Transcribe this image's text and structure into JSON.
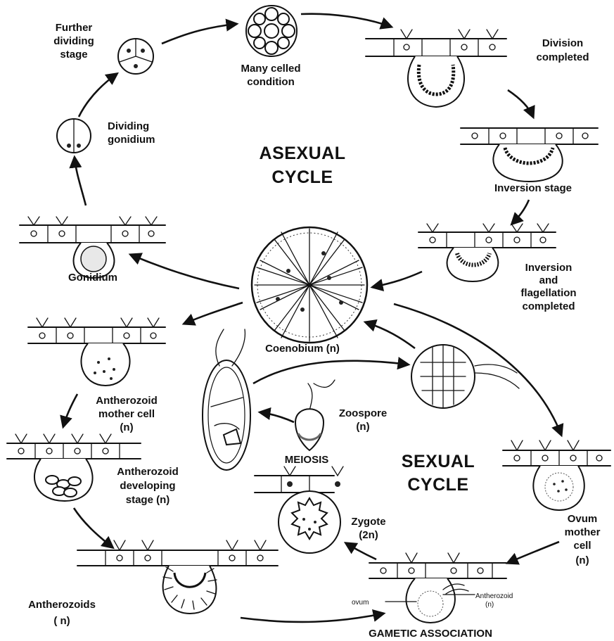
{
  "title": "",
  "cycles": {
    "asexual": [
      "ASEXUAL",
      "CYCLE"
    ],
    "sexual": [
      "SEXUAL",
      "CYCLE"
    ]
  },
  "labels": {
    "further_dividing": [
      "Further",
      "dividing",
      "stage"
    ],
    "many_celled": [
      "Many celled",
      "condition"
    ],
    "division_completed": [
      "Division",
      "completed"
    ],
    "dividing_gonidium": [
      "Dividing",
      "gonidium"
    ],
    "inversion_stage": [
      "Inversion stage"
    ],
    "inversion_flagellation": [
      "Inversion",
      "and",
      "flagellation",
      "completed"
    ],
    "gonidium": [
      "Gonidium"
    ],
    "coenobium": [
      "Coenobium (n)"
    ],
    "antherozoid_mother": [
      "Antherozoid",
      "mother cell",
      "(n)"
    ],
    "zoospore": [
      "Zoospore",
      "(n)"
    ],
    "meiosis": [
      "MEIOSIS"
    ],
    "antherozoid_developing": [
      "Antherozoid",
      "developing",
      "stage (n)"
    ],
    "zygote": [
      "Zygote",
      "(2n)"
    ],
    "ovum_mother": [
      "Ovum",
      "mother",
      "cell",
      "(n)"
    ],
    "antherozoids": [
      "Antherozoids",
      "( n)"
    ],
    "ovum_small": [
      "ovum"
    ],
    "antherozoid_small": [
      "Antherozoid",
      "(n)"
    ],
    "gametic_association": [
      "GAMETIC ASSOCIATION"
    ]
  }
}
